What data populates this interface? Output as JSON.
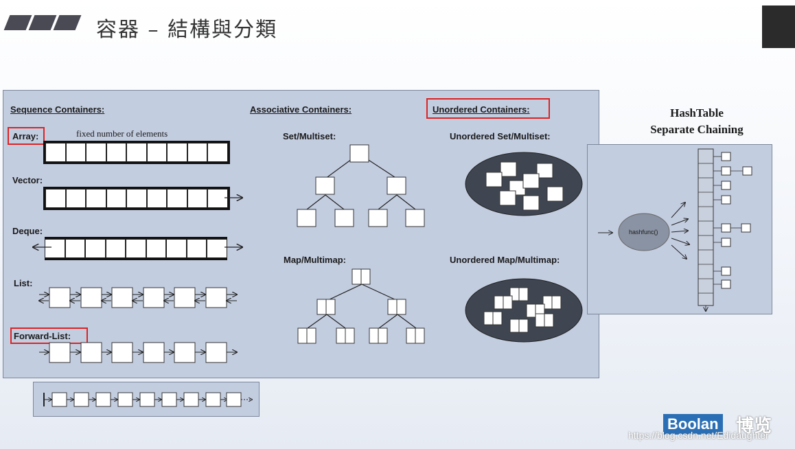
{
  "slide": {
    "title": "容器 – 結構與分類"
  },
  "sections": {
    "sequence": "Sequence Containers:",
    "associative": "Associative Containers:",
    "unordered": "Unordered Containers:"
  },
  "sequence_labels": {
    "array": "Array:",
    "array_note": "fixed number of elements",
    "vector": "Vector:",
    "deque": "Deque:",
    "list": "List:",
    "forward_list": "Forward-List:"
  },
  "associative_labels": {
    "set": "Set/Multiset:",
    "map": "Map/Multimap:"
  },
  "unordered_labels": {
    "set": "Unordered Set/Multiset:",
    "map": "Unordered Map/Multimap:"
  },
  "hashtable": {
    "title_line1": "HashTable",
    "title_line2": "Separate Chaining",
    "hashfunc": "hashfunc()"
  },
  "branding": {
    "logo": "Boolan",
    "logo_cn": "博览",
    "watermark": "https://blog.csdn.net/Edidaughter"
  },
  "colors": {
    "panel": "#c3cde0",
    "highlight": "#dd2222",
    "brand": "#2a6fb5"
  }
}
